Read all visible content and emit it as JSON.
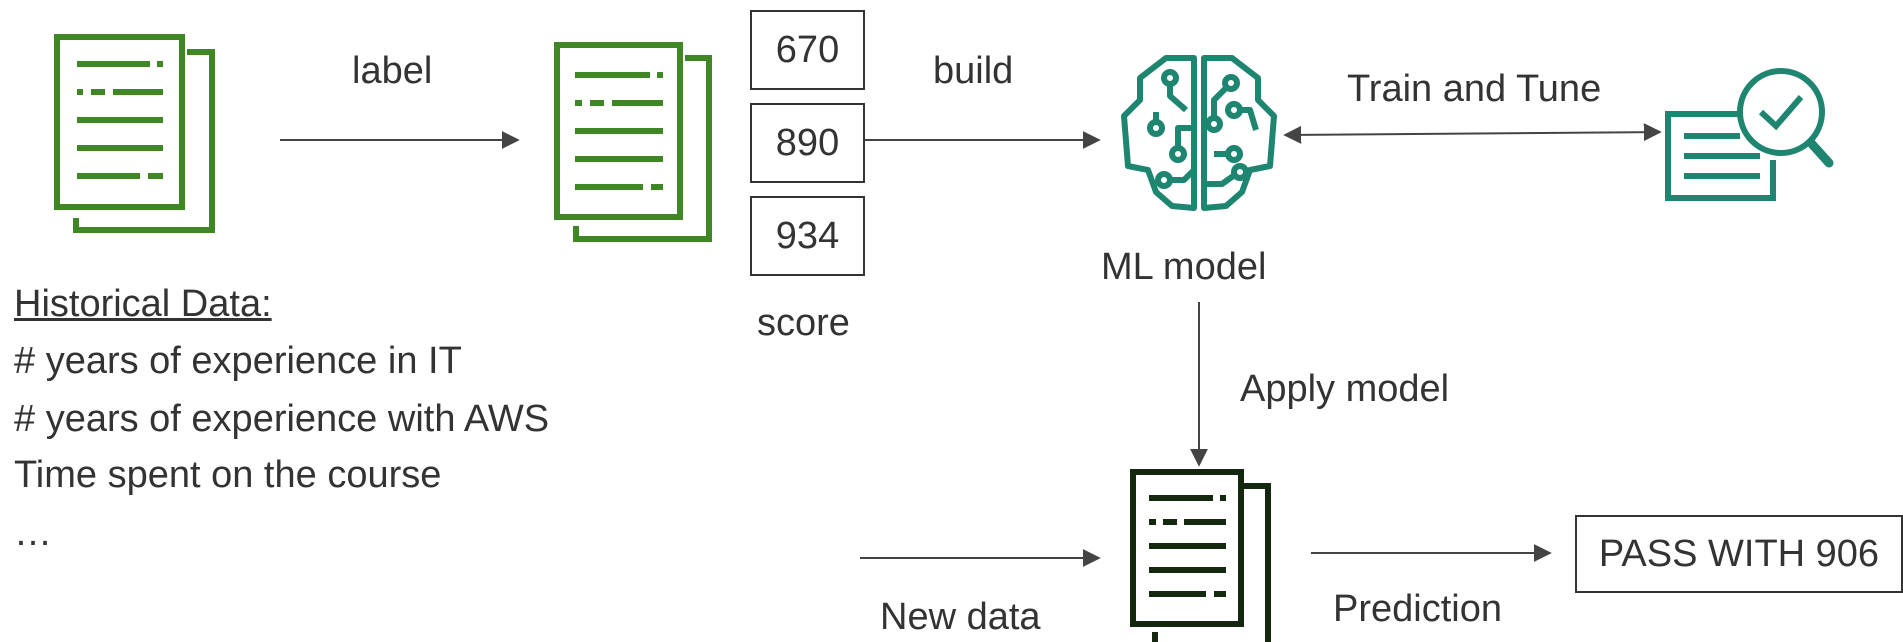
{
  "diagram": {
    "labels": {
      "label": "label",
      "build": "build",
      "train_and_tune": "Train and Tune",
      "ml_model": "ML model",
      "score": "score",
      "apply_model": "Apply model",
      "new_data": "New data",
      "prediction": "Prediction"
    },
    "scores": [
      "670",
      "890",
      "934"
    ],
    "result": "PASS WITH 906",
    "historical": {
      "heading": "Historical Data:",
      "lines": [
        "# years of experience in IT",
        "# years of experience with AWS",
        "Time spent on the course",
        "…"
      ]
    },
    "icons": {
      "historical_doc": "document-icon",
      "labeled_doc": "document-icon",
      "model": "brain-circuit-icon",
      "evaluate": "document-magnifier-check-icon",
      "new_data_doc": "document-icon"
    },
    "colors": {
      "green": "#3f8624",
      "teal": "#1e8571",
      "dark_green": "#14280f",
      "line": "#444444"
    }
  }
}
